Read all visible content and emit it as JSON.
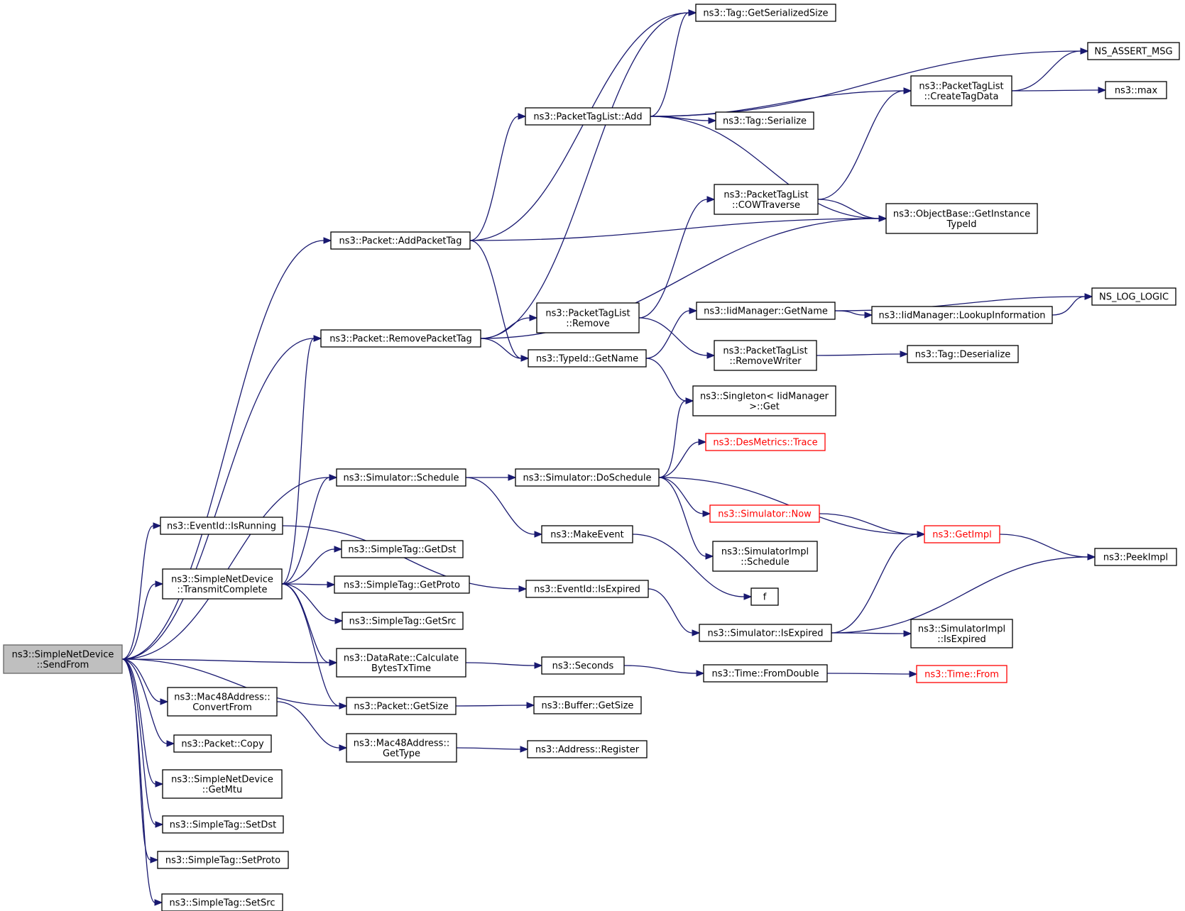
{
  "graph": {
    "root": "SendFrom",
    "nodes": {
      "SendFrom": {
        "label": [
          "ns3::SimpleNetDevice",
          "::SendFrom"
        ],
        "kind": "root"
      },
      "AddPacketTag": {
        "label": [
          "ns3::Packet::AddPacketTag"
        ]
      },
      "RemovePacketTag": {
        "label": [
          "ns3::Packet::RemovePacketTag"
        ]
      },
      "Schedule": {
        "label": [
          "ns3::Simulator::Schedule"
        ]
      },
      "IsRunning": {
        "label": [
          "ns3::EventId::IsRunning"
        ]
      },
      "TransmitComplete": {
        "label": [
          "ns3::SimpleNetDevice",
          "::TransmitComplete"
        ]
      },
      "CalcBytes": {
        "label": [
          "ns3::DataRate::Calculate",
          "BytesTxTime"
        ]
      },
      "PacketGetSize": {
        "label": [
          "ns3::Packet::GetSize"
        ]
      },
      "ConvertFrom": {
        "label": [
          "ns3::Mac48Address::",
          "ConvertFrom"
        ]
      },
      "Copy": {
        "label": [
          "ns3::Packet::Copy"
        ]
      },
      "GetMtu": {
        "label": [
          "ns3::SimpleNetDevice",
          "::GetMtu"
        ]
      },
      "SetDst": {
        "label": [
          "ns3::SimpleTag::SetDst"
        ]
      },
      "SetProto": {
        "label": [
          "ns3::SimpleTag::SetProto"
        ]
      },
      "SetSrc": {
        "label": [
          "ns3::SimpleTag::SetSrc"
        ]
      },
      "GetDst": {
        "label": [
          "ns3::SimpleTag::GetDst"
        ]
      },
      "GetProto": {
        "label": [
          "ns3::SimpleTag::GetProto"
        ]
      },
      "GetSrc": {
        "label": [
          "ns3::SimpleTag::GetSrc"
        ]
      },
      "GetType": {
        "label": [
          "ns3::Mac48Address::",
          "GetType"
        ]
      },
      "TagSerializedSize": {
        "label": [
          "ns3::Tag::GetSerializedSize"
        ]
      },
      "PTLAdd": {
        "label": [
          "ns3::PacketTagList::Add"
        ]
      },
      "PTLRemove": {
        "label": [
          "ns3::PacketTagList",
          "::Remove"
        ]
      },
      "TypeIdGetName": {
        "label": [
          "ns3::TypeId::GetName"
        ]
      },
      "DoSchedule": {
        "label": [
          "ns3::Simulator::DoSchedule"
        ]
      },
      "MakeEvent": {
        "label": [
          "ns3::MakeEvent"
        ]
      },
      "IsExpired": {
        "label": [
          "ns3::EventId::IsExpired"
        ]
      },
      "Seconds": {
        "label": [
          "ns3::Seconds"
        ]
      },
      "BufferGetSize": {
        "label": [
          "ns3::Buffer::GetSize"
        ]
      },
      "AddressRegister": {
        "label": [
          "ns3::Address::Register"
        ]
      },
      "TagSerialize": {
        "label": [
          "ns3::Tag::Serialize"
        ]
      },
      "COWTraverse": {
        "label": [
          "ns3::PacketTagList",
          "::COWTraverse"
        ]
      },
      "IidGetName": {
        "label": [
          "ns3::IidManager::GetName"
        ]
      },
      "RemoveWriter": {
        "label": [
          "ns3::PacketTagList",
          "::RemoveWriter"
        ]
      },
      "SingletonGet": {
        "label": [
          "ns3::Singleton< IidManager",
          ">::Get"
        ]
      },
      "DesTrace": {
        "label": [
          "ns3::DesMetrics::Trace"
        ],
        "kind": "red"
      },
      "SimNow": {
        "label": [
          "ns3::Simulator::Now"
        ],
        "kind": "red"
      },
      "ImplSchedule": {
        "label": [
          "ns3::SimulatorImpl",
          "::Schedule"
        ]
      },
      "f": {
        "label": [
          "f"
        ]
      },
      "SimIsExpired": {
        "label": [
          "ns3::Simulator::IsExpired"
        ]
      },
      "FromDouble": {
        "label": [
          "ns3::Time::FromDouble"
        ]
      },
      "CreateTagData": {
        "label": [
          "ns3::PacketTagList",
          "::CreateTagData"
        ]
      },
      "GetInstanceTypeId": {
        "label": [
          "ns3::ObjectBase::GetInstance",
          "TypeId"
        ]
      },
      "LookupInformation": {
        "label": [
          "ns3::IidManager::LookupInformation"
        ]
      },
      "TagDeserialize": {
        "label": [
          "ns3::Tag::Deserialize"
        ]
      },
      "GetImpl": {
        "label": [
          "ns3::GetImpl"
        ],
        "kind": "red"
      },
      "ImplIsExpired": {
        "label": [
          "ns3::SimulatorImpl",
          "::IsExpired"
        ]
      },
      "TimeFrom": {
        "label": [
          "ns3::Time::From"
        ],
        "kind": "red"
      },
      "NSAssert": {
        "label": [
          "NS_ASSERT_MSG"
        ]
      },
      "Max": {
        "label": [
          "ns3::max"
        ]
      },
      "NSLogLogic": {
        "label": [
          "NS_LOG_LOGIC"
        ]
      },
      "PeekImpl": {
        "label": [
          "ns3::PeekImpl"
        ]
      }
    },
    "edges": [
      [
        "SendFrom",
        "AddPacketTag"
      ],
      [
        "SendFrom",
        "RemovePacketTag"
      ],
      [
        "SendFrom",
        "Schedule"
      ],
      [
        "SendFrom",
        "IsRunning"
      ],
      [
        "SendFrom",
        "TransmitComplete"
      ],
      [
        "SendFrom",
        "CalcBytes"
      ],
      [
        "SendFrom",
        "PacketGetSize"
      ],
      [
        "SendFrom",
        "ConvertFrom"
      ],
      [
        "SendFrom",
        "Copy"
      ],
      [
        "SendFrom",
        "GetMtu"
      ],
      [
        "SendFrom",
        "SetDst"
      ],
      [
        "SendFrom",
        "SetProto"
      ],
      [
        "SendFrom",
        "SetSrc"
      ],
      [
        "AddPacketTag",
        "TagSerializedSize"
      ],
      [
        "AddPacketTag",
        "PTLAdd"
      ],
      [
        "AddPacketTag",
        "GetInstanceTypeId"
      ],
      [
        "AddPacketTag",
        "TypeIdGetName"
      ],
      [
        "RemovePacketTag",
        "TagSerializedSize"
      ],
      [
        "RemovePacketTag",
        "PTLRemove"
      ],
      [
        "RemovePacketTag",
        "GetInstanceTypeId"
      ],
      [
        "RemovePacketTag",
        "TypeIdGetName"
      ],
      [
        "Schedule",
        "DoSchedule"
      ],
      [
        "Schedule",
        "MakeEvent"
      ],
      [
        "IsRunning",
        "IsExpired"
      ],
      [
        "TransmitComplete",
        "RemovePacketTag"
      ],
      [
        "TransmitComplete",
        "Schedule"
      ],
      [
        "TransmitComplete",
        "GetDst"
      ],
      [
        "TransmitComplete",
        "GetProto"
      ],
      [
        "TransmitComplete",
        "GetSrc"
      ],
      [
        "TransmitComplete",
        "CalcBytes"
      ],
      [
        "TransmitComplete",
        "PacketGetSize"
      ],
      [
        "CalcBytes",
        "Seconds"
      ],
      [
        "PacketGetSize",
        "BufferGetSize"
      ],
      [
        "ConvertFrom",
        "GetType"
      ],
      [
        "GetType",
        "AddressRegister"
      ],
      [
        "PTLAdd",
        "TagSerializedSize"
      ],
      [
        "PTLAdd",
        "NSAssert"
      ],
      [
        "PTLAdd",
        "CreateTagData"
      ],
      [
        "PTLAdd",
        "TagSerialize"
      ],
      [
        "PTLAdd",
        "GetInstanceTypeId"
      ],
      [
        "PTLRemove",
        "COWTraverse"
      ],
      [
        "PTLRemove",
        "RemoveWriter"
      ],
      [
        "TypeIdGetName",
        "IidGetName"
      ],
      [
        "TypeIdGetName",
        "SingletonGet"
      ],
      [
        "DoSchedule",
        "SingletonGet"
      ],
      [
        "DoSchedule",
        "DesTrace"
      ],
      [
        "DoSchedule",
        "GetImpl"
      ],
      [
        "DoSchedule",
        "SimNow"
      ],
      [
        "DoSchedule",
        "ImplSchedule"
      ],
      [
        "MakeEvent",
        "f"
      ],
      [
        "IsExpired",
        "SimIsExpired"
      ],
      [
        "Seconds",
        "FromDouble"
      ],
      [
        "COWTraverse",
        "CreateTagData"
      ],
      [
        "COWTraverse",
        "GetInstanceTypeId"
      ],
      [
        "IidGetName",
        "NSLogLogic"
      ],
      [
        "IidGetName",
        "LookupInformation"
      ],
      [
        "RemoveWriter",
        "TagDeserialize"
      ],
      [
        "SimNow",
        "GetImpl"
      ],
      [
        "SimIsExpired",
        "GetImpl"
      ],
      [
        "SimIsExpired",
        "PeekImpl"
      ],
      [
        "SimIsExpired",
        "ImplIsExpired"
      ],
      [
        "FromDouble",
        "TimeFrom"
      ],
      [
        "CreateTagData",
        "NSAssert"
      ],
      [
        "CreateTagData",
        "Max"
      ],
      [
        "LookupInformation",
        "NSLogLogic"
      ],
      [
        "GetImpl",
        "PeekImpl"
      ]
    ]
  }
}
